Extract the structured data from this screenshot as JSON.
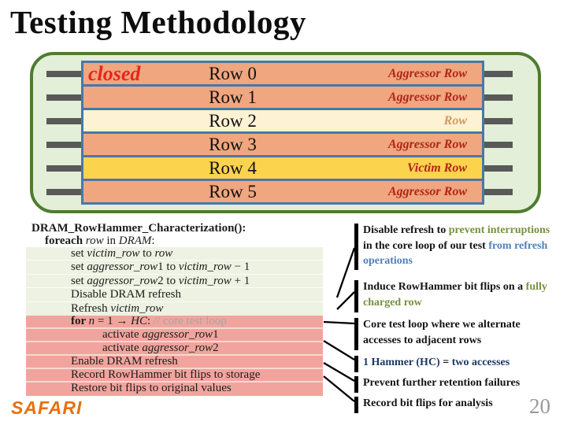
{
  "slide": {
    "title": "Testing Methodology",
    "page_number": "20",
    "logo_text": "SAFARI"
  },
  "colors": {
    "box_fill": "#e3efd9",
    "box_border": "#4e7c31",
    "row_border": "#4a77a8",
    "salmon": "#f0a67e",
    "cream": "#fdf2d3",
    "yellow": "#fcd34d",
    "stub_gray": "#595959",
    "closed_red": "#e8251c",
    "label_dark_red": "#b22418",
    "row2_label": "#d09a5e",
    "code_setup_bg": "#edf2e2",
    "code_loop_bg": "#f1a49d",
    "comment_gray": "#a6a6a6",
    "ann_green": "#76923d",
    "ann_blue": "#4f81bd",
    "ann_navy": "#1f3864",
    "logo_orange": "#e8700a",
    "page_gray": "#9a9a9a"
  },
  "diagram": {
    "state_label": "closed",
    "rows": [
      {
        "name": "Row 0",
        "role": "Aggressor Row",
        "row_class": "dram-row r-salmon",
        "role_class": "row-role"
      },
      {
        "name": "Row 1",
        "role": "Aggressor Row",
        "row_class": "dram-row r-salmon",
        "role_class": "row-role"
      },
      {
        "name": "Row 2",
        "role": "Row",
        "row_class": "dram-row r-cream",
        "role_class": "row-role dim"
      },
      {
        "name": "Row 3",
        "role": "Aggressor Row",
        "row_class": "dram-row r-salmon",
        "role_class": "row-role"
      },
      {
        "name": "Row 4",
        "role": "Victim Row",
        "row_class": "dram-row r-yellow",
        "role_class": "row-role"
      },
      {
        "name": "Row 5",
        "role": "Aggressor Row",
        "row_class": "dram-row r-salmon",
        "role_class": "row-role"
      }
    ]
  },
  "code": {
    "header1": [
      {
        "t": "DRAM_RowHammer_Characterization():",
        "c": "b"
      }
    ],
    "header2": [
      {
        "t": "foreach ",
        "c": "b"
      },
      {
        "t": "row",
        "c": "i"
      },
      {
        "t": " in "
      },
      {
        "t": "DRAM",
        "c": "i"
      },
      {
        "t": ":"
      }
    ],
    "setup": [
      [
        {
          "t": "set "
        },
        {
          "t": "victim_row",
          "c": "i"
        },
        {
          "t": " to "
        },
        {
          "t": "row",
          "c": "i"
        }
      ],
      [
        {
          "t": "set "
        },
        {
          "t": "aggressor_row",
          "c": "i"
        },
        {
          "t": "1 to "
        },
        {
          "t": "victim_row",
          "c": "i"
        },
        {
          "t": " − 1"
        }
      ],
      [
        {
          "t": "set "
        },
        {
          "t": "aggressor_row",
          "c": "i"
        },
        {
          "t": "2 to "
        },
        {
          "t": "victim_row",
          "c": "i"
        },
        {
          "t": " + 1"
        }
      ],
      [
        {
          "t": "Disable DRAM refresh"
        }
      ],
      [
        {
          "t": "Refresh "
        },
        {
          "t": "victim_row",
          "c": "i"
        }
      ]
    ],
    "loop": [
      [
        {
          "t": "for ",
          "c": "b"
        },
        {
          "t": "n",
          "c": "i"
        },
        {
          "t": " = 1 → "
        },
        {
          "t": "HC",
          "c": "i"
        },
        {
          "t": ": "
        },
        {
          "t": "// core test loop",
          "c": "cm"
        }
      ],
      [
        {
          "t": "activate "
        },
        {
          "t": "aggressor_row",
          "c": "i"
        },
        {
          "t": "1"
        }
      ],
      [
        {
          "t": "activate "
        },
        {
          "t": "aggressor_row",
          "c": "i"
        },
        {
          "t": "2"
        }
      ],
      [
        {
          "t": "Enable DRAM refresh"
        }
      ],
      [
        {
          "t": "Record RowHammer bit flips to storage"
        }
      ],
      [
        {
          "t": "Restore bit flips to original values"
        }
      ]
    ]
  },
  "annotations": [
    {
      "segments": [
        {
          "t": "Disable refresh to "
        },
        {
          "t": "prevent interruptions",
          "c": "green"
        },
        {
          "t": " in the core loop of our test "
        },
        {
          "t": "from refresh operations",
          "c": "blue"
        }
      ]
    },
    {
      "segments": [
        {
          "t": "Induce RowHammer bit flips on a "
        },
        {
          "t": "fully charged row",
          "c": "green"
        }
      ]
    },
    {
      "segments": [
        {
          "t": "Core test loop where we alternate accesses to adjacent rows"
        }
      ]
    },
    {
      "segments": [
        {
          "t": "1 Hammer (HC)",
          "c": "navy"
        },
        {
          "t": " = "
        },
        {
          "t": "two accesses",
          "c": "navy"
        }
      ]
    },
    {
      "segments": [
        {
          "t": "Prevent further retention failures"
        }
      ]
    },
    {
      "segments": [
        {
          "t": "Record bit flips for analysis"
        }
      ]
    }
  ]
}
